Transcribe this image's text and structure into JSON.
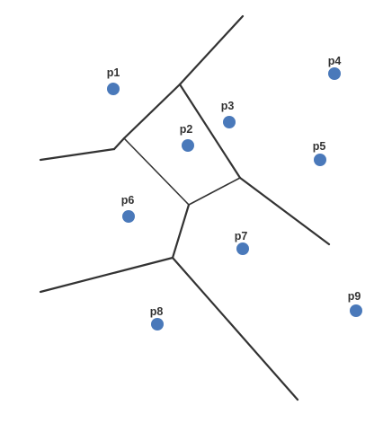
{
  "colors": {
    "site_fill": "#4a79ba",
    "edge_stroke": "#333333",
    "background": "#ffffff"
  },
  "sites": [
    {
      "id": "p1",
      "label": "p1"
    },
    {
      "id": "p2",
      "label": "p2"
    },
    {
      "id": "p3",
      "label": "p3"
    },
    {
      "id": "p4",
      "label": "p4"
    },
    {
      "id": "p5",
      "label": "p5"
    },
    {
      "id": "p6",
      "label": "p6"
    },
    {
      "id": "p7",
      "label": "p7"
    },
    {
      "id": "p8",
      "label": "p8"
    },
    {
      "id": "p9",
      "label": "p9"
    }
  ]
}
